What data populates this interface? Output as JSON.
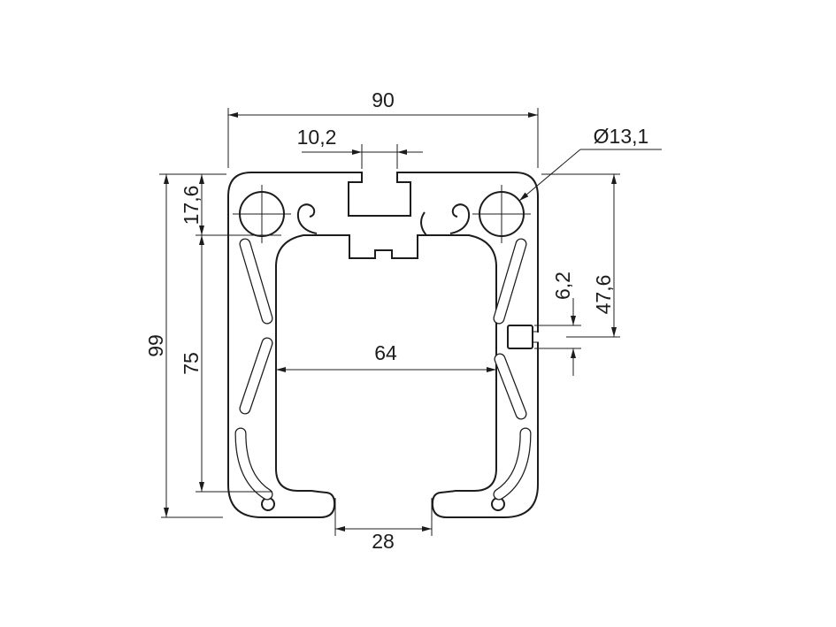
{
  "drawing": {
    "background": "#ffffff",
    "line_color": "#1c1c1c",
    "dimensions": {
      "top_width": "90",
      "top_slot_width": "10,2",
      "hole_diameter": "Ø13,1",
      "top_wall_height": "17,6",
      "total_height": "99",
      "cavity_height": "75",
      "cavity_width": "64",
      "side_channel_size": "6,2",
      "side_channel_offset": "47,6",
      "bottom_slot_width": "28"
    }
  }
}
